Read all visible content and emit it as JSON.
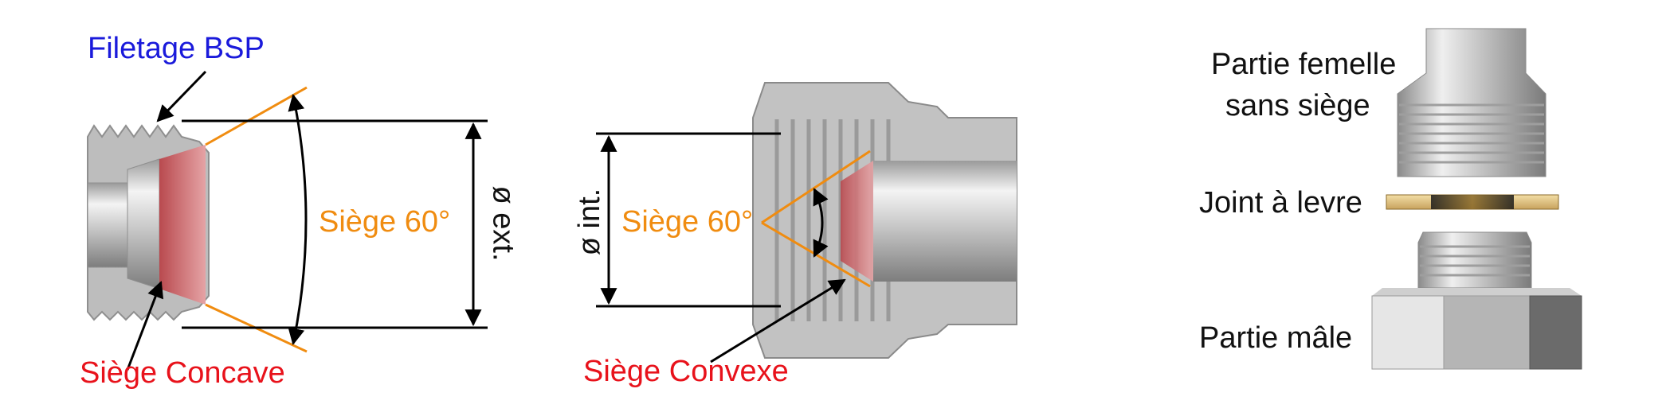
{
  "labels": {
    "bsp": "Filetage BSP",
    "concave": "Siège Concave",
    "seat_left": "Siège 60°",
    "dia_ext": "ø ext.",
    "seat_mid": "Siège 60°",
    "dia_int": "ø int.",
    "convexe": "Siège Convexe",
    "femelle_line1": "Partie femelle",
    "femelle_line2": "sans siège",
    "joint": "Joint à levre",
    "male": "Partie mâle"
  },
  "colors": {
    "label_blue": "#1a1adb",
    "label_red": "#e8121b",
    "label_orange": "#f08c10",
    "seat_fill": "#c9595c",
    "metal": "#c2c2c2",
    "seal": "#e2c78a"
  }
}
